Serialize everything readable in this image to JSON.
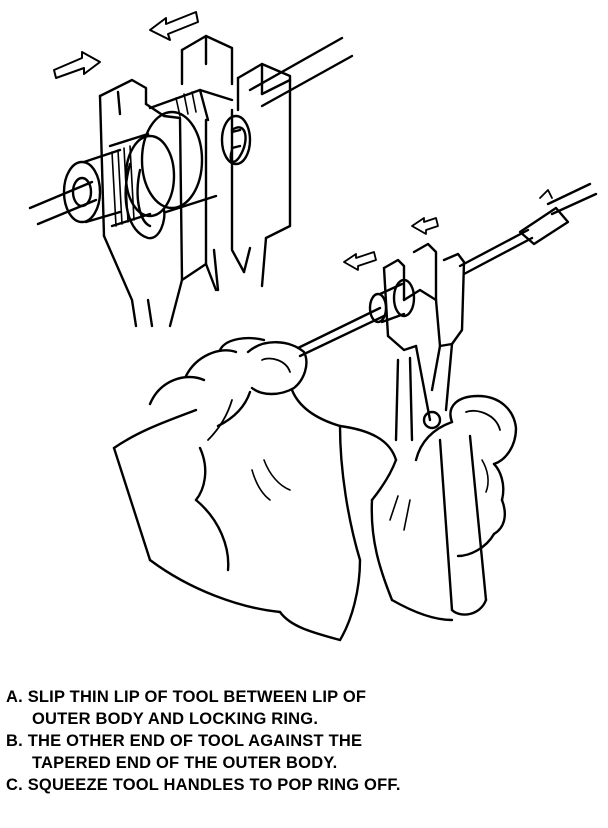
{
  "steps": [
    {
      "letter": "A.",
      "lines": [
        "SLIP THIN LIP OF TOOL BETWEEN LIP OF",
        "OUTER BODY AND LOCKING RING."
      ]
    },
    {
      "letter": "B.",
      "lines": [
        "THE OTHER END OF TOOL AGAINST THE",
        "TAPERED END OF THE OUTER BODY."
      ]
    },
    {
      "letter": "C.",
      "lines": [
        "SQUEEZE TOOL HANDLES TO POP RING OFF."
      ]
    }
  ],
  "colors": {
    "ink": "#000000",
    "paper": "#ffffff"
  }
}
